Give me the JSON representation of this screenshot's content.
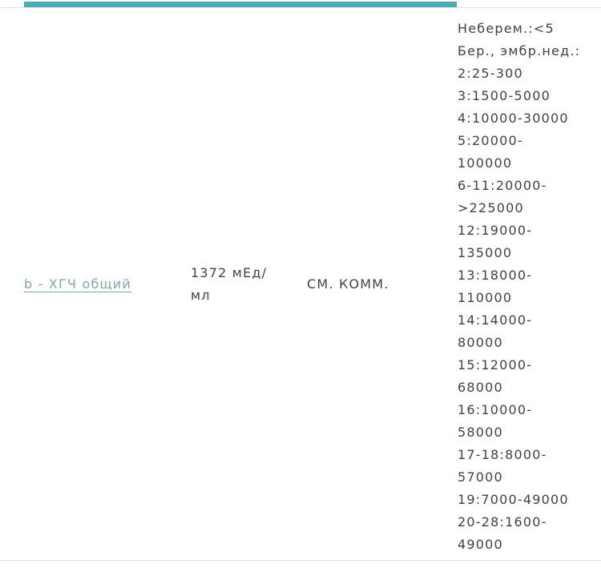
{
  "colors": {
    "accent": "#4aacb8",
    "link": "#7fa6ad",
    "border": "#e2e2e2",
    "text": "#3c4347"
  },
  "row": {
    "test_name": "b - ХГЧ общий",
    "result_value": "1372 мЕд/мл",
    "comment": "СМ. КОММ.",
    "reference_ranges": "Неберем.:<5\nБер., эмбр.нед.:\n2:25-300\n3:1500-5000\n4:10000-30000\n5:20000-\n100000\n6-11:20000-\n>225000\n12:19000-\n135000\n13:18000-\n110000\n14:14000-\n80000\n15:12000-\n68000\n16:10000-\n58000\n17-18:8000-\n57000\n19:7000-49000\n20-28:1600-\n49000"
  }
}
